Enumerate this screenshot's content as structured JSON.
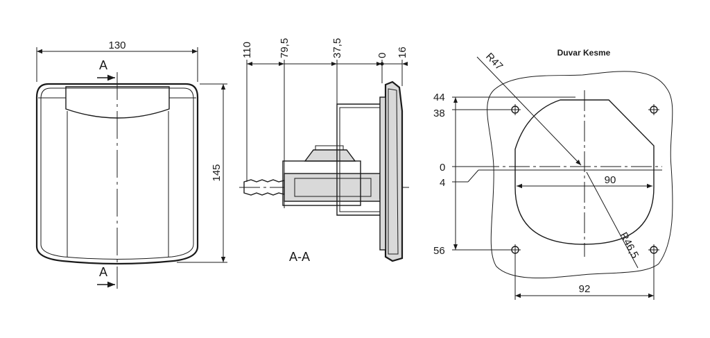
{
  "front_view": {
    "width_dim": "130",
    "height_dim": "145",
    "section_mark_top": "A",
    "section_mark_bottom": "A"
  },
  "section_view": {
    "label": "A-A",
    "dims": [
      "110",
      "79,5",
      "37,5",
      "0",
      "16"
    ]
  },
  "cutout": {
    "title": "Duvar Kesme",
    "radius_outer": "R47",
    "radius_inner": "R46,5",
    "left_dims": [
      "44",
      "38",
      "0",
      "4",
      "56"
    ],
    "width_inner": "90",
    "width_holes": "92"
  }
}
